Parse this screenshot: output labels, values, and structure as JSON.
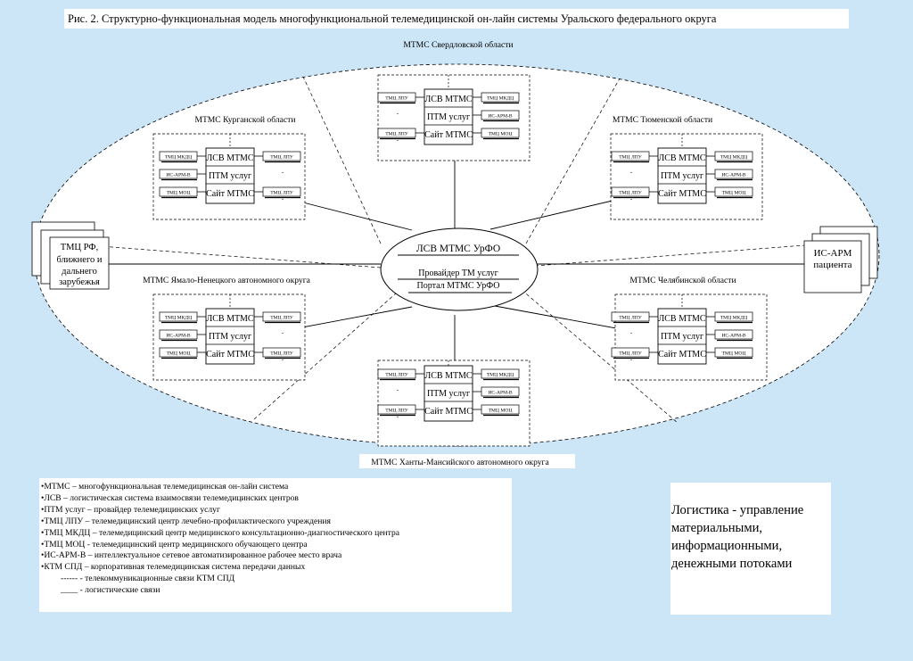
{
  "title": "Рис. 2. Структурно-функциональная модель многофункциональной телемедицинской он-лайн системы Уральского федерального округа",
  "center": {
    "top": "ЛСВ МТМС УрФО",
    "middle": "Провайдер ТМ услуг",
    "bottom": "Портал МТМС УрФО"
  },
  "regions": {
    "sverdlovsk": "МТМС Свердловской области",
    "kurgan": "МТМС Курганской области",
    "tyumen": "МТМС Тюменской области",
    "yamal": "МТМС Ямало-Ненецкого автономного округа",
    "chelyabinsk": "МТМС Челябинской  области",
    "khanty": "МТМС Ханты-Мансийского автономного округа"
  },
  "node": {
    "lsv": "ЛСВ МТМС",
    "ptm": "ПТМ услуг",
    "site": "Сайт МТМС",
    "lpu": "ТМЦ ЛПУ",
    "mkdc": "ТМЦ МКДЦ",
    "isarm": "ИС-АРМ-В",
    "moc": "ТМЦ МОЦ",
    "dot": "."
  },
  "left_external": [
    "ТМЦ РФ,",
    "ближнего и",
    "дальнего",
    "зарубежья"
  ],
  "right_external": [
    "ИС-АРМ",
    "пациента"
  ],
  "legend": [
    "•МТМС – многофункциональная телемедицинская он-лайн система",
    "•ЛСВ – логистическая система взаимосвязи телемедицинских центров",
    "•ПТМ услуг – провайдер телемедицинских услуг",
    "•ТМЦ ЛПУ – телемедицинский центр лечебно-профилактического учреждения",
    "•ТМЦ МКДЦ – телемедицинский центр медицинского консультационно-диагностического центра",
    "•ТМЦ МОЦ - телемедицинский центр медицинского обучающего центра",
    "•ИС-АРМ-В – интеллектуальное сетевое автоматизированное рабочее место врача",
    "•КТМ СПД – корпоративная телемедицинская система передачи данных"
  ],
  "legend_lines": [
    "------  -   телекоммуникационные связи КТМ СПД",
    "____  -   логистические связи"
  ],
  "logistics": "Логистика - управление материальными, информационными, денежными потоками"
}
